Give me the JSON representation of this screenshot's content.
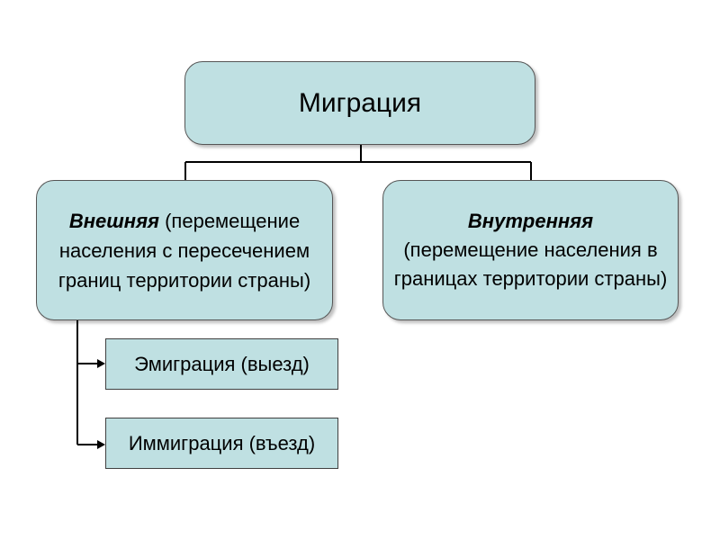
{
  "colors": {
    "box_fill": "#bfe0e2",
    "box_border": "#555555",
    "connector": "#000000"
  },
  "diagram": {
    "root": {
      "label": "Миграция"
    },
    "external": {
      "term": "Внешняя",
      "description": "(перемещение населения с пересечением границ территории страны)"
    },
    "internal": {
      "term": "Внутренняя",
      "description": "(перемещение населения в границах территории страны)"
    },
    "external_children": [
      {
        "label": "Эмиграция (выезд)"
      },
      {
        "label": "Иммиграция (въезд)"
      }
    ]
  }
}
